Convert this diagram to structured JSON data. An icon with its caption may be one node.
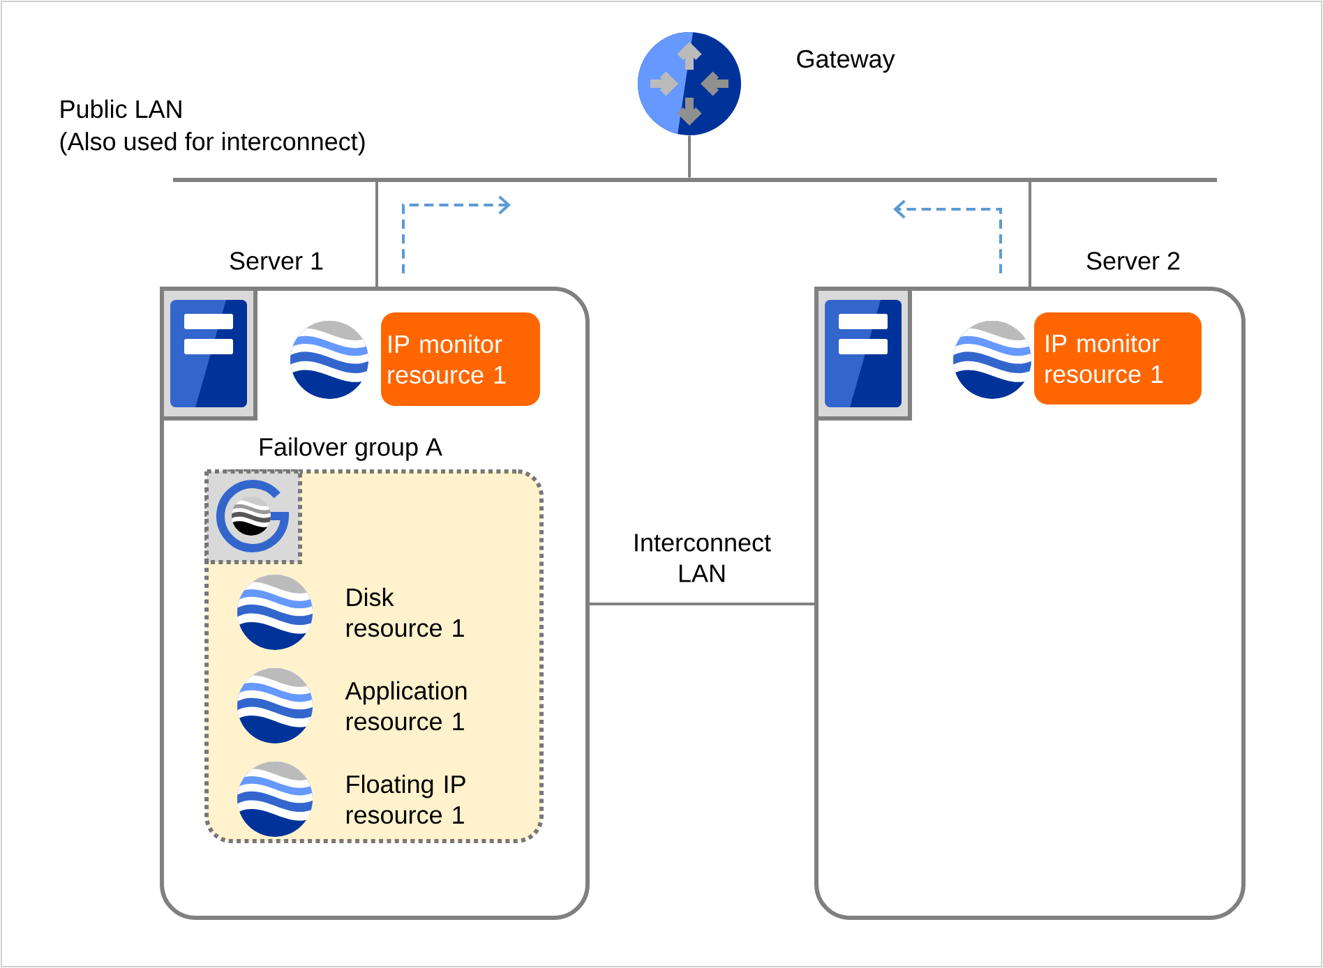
{
  "diagram": {
    "nodes": [
      {
        "text": [],
        "shape": "picture",
        "beside": [
          "Gateway"
        ]
      },
      {
        "text": [],
        "shape": "bar",
        "beside": [
          "Public LAN",
          "(Also used for interconnect)"
        ]
      },
      {
        "text": [
          "Server 1"
        ]
      },
      {
        "text": [
          "IP monitor resource 1"
        ],
        "in": 2
      },
      {
        "text": [
          "Failover group A"
        ],
        "in": 2
      },
      {
        "text": [
          "Server 2"
        ]
      },
      {
        "text": [
          "IP monitor resource 1"
        ],
        "in": 5
      }
    ],
    "edges": [
      {
        "from": 0,
        "to": 1,
        "arrow": "none"
      },
      {
        "from": 2,
        "to": 1,
        "arrow": "none"
      },
      {
        "from": 5,
        "to": 1,
        "arrow": "none"
      },
      {
        "from": 2,
        "to": 5,
        "arrow": "none",
        "label": "Interconnect LAN"
      }
    ],
    "labels": [
      "Disk resource 1",
      "Application resource 1",
      "Floating IP resource 1"
    ]
  }
}
